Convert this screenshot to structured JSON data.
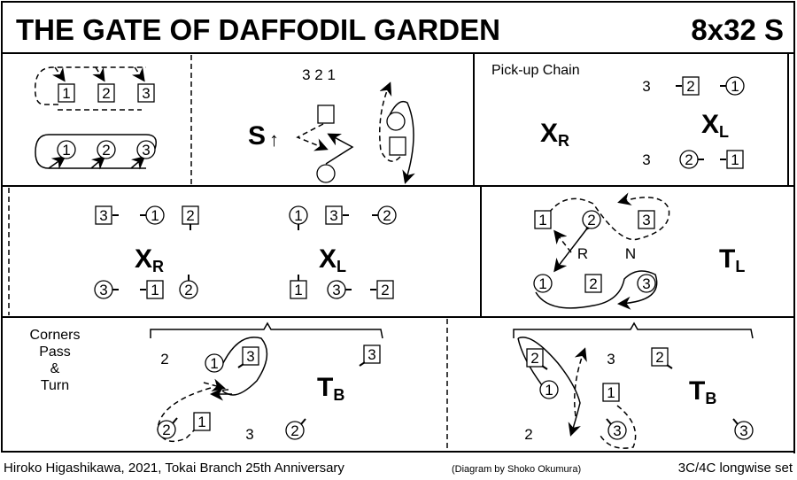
{
  "header": {
    "title": "THE GATE OF DAFFODIL GARDEN",
    "code": "8x32 S"
  },
  "p1": {
    "men": [
      "1",
      "2",
      "3"
    ],
    "women": [
      "1",
      "2",
      "3"
    ]
  },
  "p2": {
    "order": "3 2 1",
    "figure": "S",
    "arrow": "↑"
  },
  "p3": {
    "heading": "Pick-up Chain",
    "left_fig": "X",
    "left_sub": "R",
    "right_fig": "X",
    "right_sub": "L",
    "top_pos": "3",
    "top_man": "2",
    "top_woman": "1",
    "bot_pos": "3",
    "bot_woman": "2",
    "bot_man": "1"
  },
  "p4": {
    "left": {
      "fig": "X",
      "sub": "R",
      "top": [
        "3",
        "1",
        "2"
      ],
      "bottom": [
        "3",
        "1",
        "2"
      ]
    },
    "right": {
      "fig": "X",
      "sub": "L",
      "top": [
        "1",
        "3",
        "2"
      ],
      "bottom": [
        "1",
        "3",
        "2"
      ]
    }
  },
  "p5": {
    "man1": "1",
    "woman2": "2",
    "man3": "3",
    "r_label": "R",
    "n_label": "N",
    "woman1": "1",
    "man2": "2",
    "woman3": "3",
    "fig": "T",
    "sub": "L"
  },
  "p6": {
    "caption": [
      "Corners",
      "Pass",
      "&",
      "Turn"
    ],
    "pos_a": "2",
    "woman1": "1",
    "man3a": "3",
    "man3b": "3",
    "fig": "T",
    "sub": "B",
    "woman2a": "2",
    "man1": "1",
    "pos_b": "3",
    "woman2b": "2"
  },
  "p7": {
    "man2a": "2",
    "pos_a": "3",
    "man2b": "2",
    "woman1": "1",
    "man1": "1",
    "fig": "T",
    "sub": "B",
    "pos_b": "2",
    "woman3a": "3",
    "woman3b": "3"
  },
  "footer": {
    "left": "Hiroko Higashikawa, 2021, Tokai Branch 25th Anniversary",
    "center": "(Diagram by Shoko Okumura)",
    "right": "3C/4C longwise set"
  }
}
